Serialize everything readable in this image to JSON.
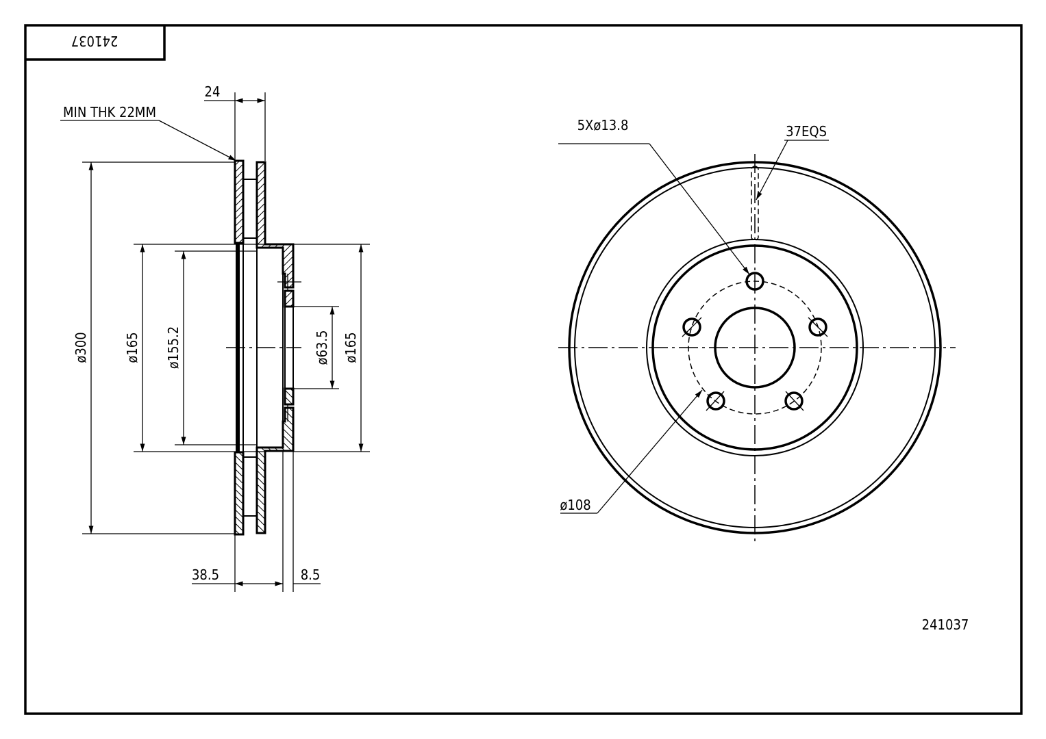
{
  "title_block": {
    "part_number_mirrored": "241037"
  },
  "part_number": "241037",
  "section_view": {
    "min_thickness": "MIN THK 22MM",
    "dim_thickness": "24",
    "dim_outer_diameter": "ø300",
    "dim_hat_diameter": "ø165",
    "dim_inner_diameter": "ø155.2",
    "dim_center_bore": "ø63.5",
    "dim_hat_diameter_right": "ø165",
    "dim_offset": "38.5",
    "dim_hat_thickness": "8.5"
  },
  "front_view": {
    "bolt_holes": "5Xø13.8",
    "vents": "37EQS",
    "bolt_circle": "ø108"
  }
}
